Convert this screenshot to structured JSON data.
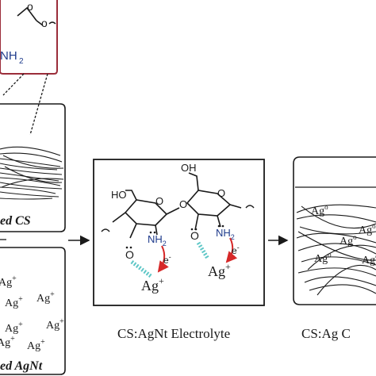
{
  "top_monomer": {
    "amine_label": "NH",
    "amine_sub": "2"
  },
  "left_middle": {
    "caption": "ed CS"
  },
  "left_bottom": {
    "ion": "Ag",
    "charge": "+",
    "caption": "ed AgNt",
    "ion_count": 7
  },
  "center": {
    "caption": "CS:AgNt Electrolyte",
    "oh_label": "OH",
    "ho_label": "HO",
    "o_label": "O",
    "nh2_label": "NH",
    "nh2_sub": "2",
    "electron": "e",
    "electron_charge": "-",
    "ion": "Ag",
    "charge": "+"
  },
  "right_box": {
    "ag_label": "Ag",
    "ag_sup": "o",
    "caption": "CS:Ag C"
  },
  "colors": {
    "outline": "#1a1a1a",
    "top_box_border": "#9b2d3a",
    "amine_blue": "#1f3b8c",
    "electron_arrow": "#d62828",
    "hbond_cyan": "#5fc7c7"
  }
}
